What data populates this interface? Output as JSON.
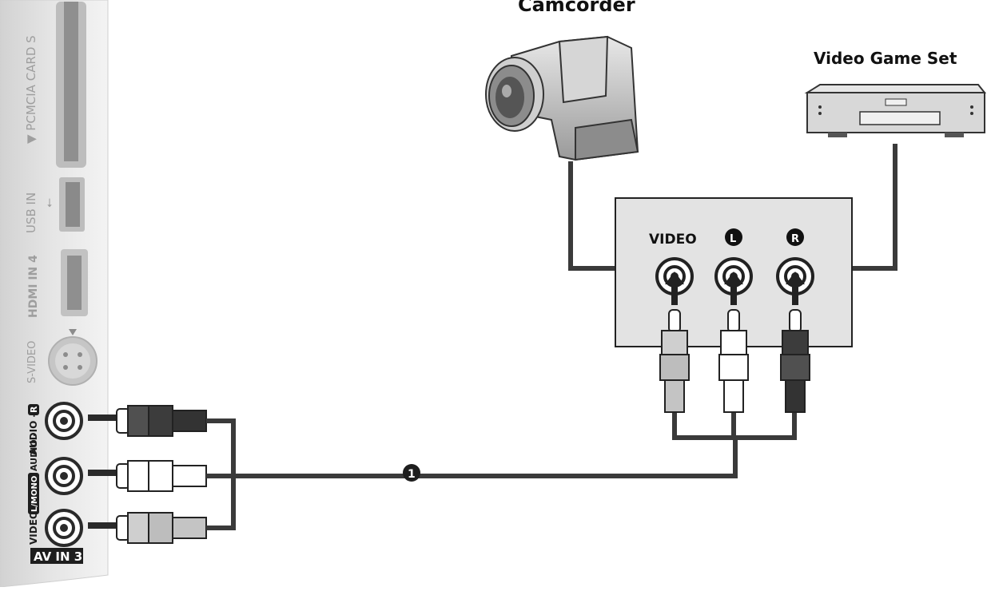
{
  "tv_panel": {
    "pcmcia_label": "▼ PCMCIA CARD S",
    "usb_label": "USB IN",
    "hdmi_label": "HDMI IN 4",
    "svideo_label": "S-VIDEO",
    "audio_r_label": "AUDIO -",
    "audio_r_badge": "R",
    "audio_l_badge": "L/MONO",
    "audio_l_label": "AUDIO -",
    "video_label": "VIDEO",
    "av_in_label": "AV IN 3"
  },
  "devices": {
    "camcorder_label": "Camcorder",
    "game_label": "Video Game Set"
  },
  "source_box": {
    "video_label": "VIDEO",
    "left_badge": "L",
    "right_badge": "R"
  },
  "step_marker": "1",
  "colors": {
    "cable": "#3a3a3a",
    "panel": "#e2e2e2",
    "box": "#e3e3e3",
    "plug_dark": "#3c3c3c",
    "plug_light": "#ffffff",
    "plug_gray": "#c4c4c4"
  }
}
